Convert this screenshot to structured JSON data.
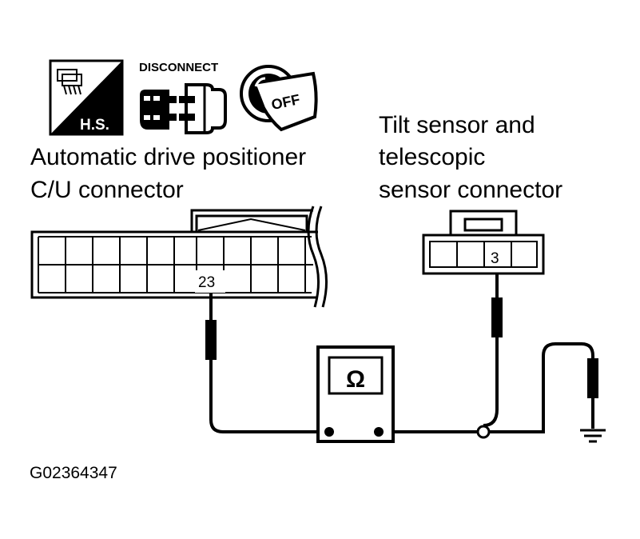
{
  "icons": {
    "harness_label": "H.S.",
    "disconnect_label": "DISCONNECT",
    "ignition_label": "OFF"
  },
  "left_connector": {
    "title_lines": [
      "Automatic drive positioner",
      "C/U connector"
    ],
    "terminal": "23"
  },
  "right_connector": {
    "title_lines": [
      "Tilt sensor and",
      "telescopic",
      "sensor connector"
    ],
    "terminal": "3"
  },
  "meter": {
    "symbol": "Ω"
  },
  "figure_id": "G02364347"
}
